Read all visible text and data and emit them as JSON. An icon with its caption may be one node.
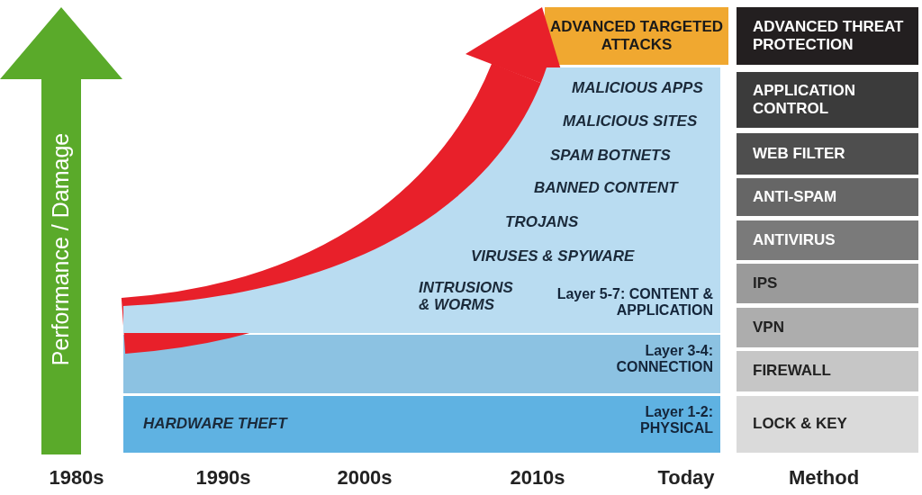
{
  "diagram": {
    "nodes": [
      {
        "text": [
          "Performance / Damage"
        ]
      },
      {
        "text": [
          "ADVANCED TARGETED ATTACKS"
        ]
      },
      {
        "text": [
          "MALICIOUS APPS",
          "MALICIOUS SITES",
          "SPAM BOTNETS",
          "BANNED CONTENT",
          "TROJANS",
          "VIRUSES & SPYWARE",
          "INTRUSIONS & WORMS",
          "Layer 5-7: CONTENT & APPLICATION"
        ]
      },
      {
        "text": [
          "Layer 3-4: CONNECTION"
        ]
      },
      {
        "text": [
          "HARDWARE THEFT",
          "Layer 1-2: PHYSICAL"
        ]
      },
      {
        "text": [
          "ADVANCED THREAT PROTECTION"
        ]
      },
      {
        "text": [
          "APPLICATION CONTROL"
        ]
      },
      {
        "text": [
          "WEB FILTER"
        ]
      },
      {
        "text": [
          "ANTI-SPAM"
        ]
      },
      {
        "text": [
          "ANTIVIRUS"
        ]
      },
      {
        "text": [
          "IPS"
        ]
      },
      {
        "text": [
          "VPN"
        ]
      },
      {
        "text": [
          "FIREWALL"
        ]
      },
      {
        "text": [
          "LOCK & KEY"
        ]
      }
    ],
    "labels": [
      "1980s",
      "1990s",
      "2000s",
      "2010s",
      "Today",
      "Method"
    ]
  }
}
